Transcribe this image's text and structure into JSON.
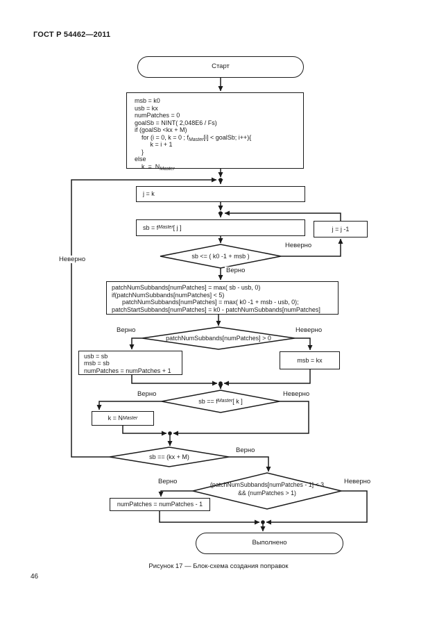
{
  "page": {
    "header": "ГОСТ Р 54462—2011",
    "caption": "Рисунок 17 — Блок-схема создания поправок",
    "page_number": "46"
  },
  "labels": {
    "true": "Верно",
    "false": "Неверно"
  },
  "flowchart": {
    "start_terminal": "Старт",
    "end_terminal": "Выполнено",
    "init_code": [
      {
        "t": "msb = k0\nusb = kx\nnumPatches = 0\ngoalSb = NINT( 2,048E6 / Fs)\nif (goalSb <kx + M)\n    for (i = 0, k = 0 ; f"
      },
      {
        "t": "Master",
        "sub": true
      },
      {
        "t": "[i] < goalSb; i++){\n         k = i + 1\n    }\nelse\n    k  =  N"
      },
      {
        "t": "Master",
        "sub": true
      }
    ],
    "box_j_eq_k": "j = k",
    "box_sb_f_master": [
      {
        "t": "sb = f"
      },
      {
        "t": "Master",
        "sub": true
      },
      {
        "t": "[ j ]"
      }
    ],
    "box_j_decrement": "j = j -1",
    "decision_sb_range": "sb <= ( k0 -1 + msb )",
    "patch_code": "patchNumSubbands[numPatches] = max( sb - usb, 0)\nif(patchNumSubbands[numPatches] < 5)\n      patchNumSubbands[numPatches] = max( k0 -1 + msb - usb, 0);\npatchStartSubbands[numPatches] = k0 - patchNumSubbands[numPatches]",
    "decision_patch_gt_zero": "patchNumSubbands[numPatches] > 0",
    "box_update_usb": "usb = sb\nmsb = sb\nnumPatches = numPatches + 1",
    "box_msb_kx": "msb = kx",
    "decision_sb_eq_f_master": [
      {
        "t": "sb == f"
      },
      {
        "t": "Master",
        "sub": true
      },
      {
        "t": "[ k ]"
      }
    ],
    "box_k_n_master": [
      {
        "t": "k  =  N"
      },
      {
        "t": "Master",
        "sub": true
      }
    ],
    "decision_sb_eq_kx_m": "sb == (kx + M)",
    "decision_patch_small_line1": "(patchNumSubbands[numPatches - 1] < 3",
    "decision_patch_small_line2": "&& (numPatches > 1)",
    "box_numpatches_decrement": "numPatches = numPatches - 1"
  }
}
